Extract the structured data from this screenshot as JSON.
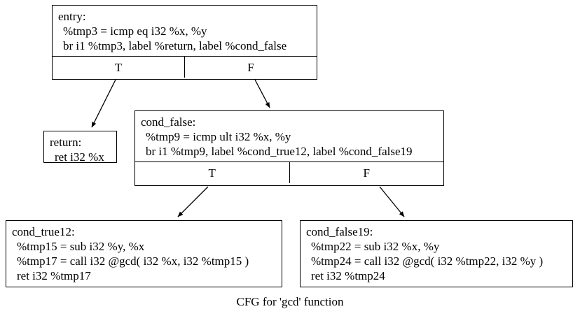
{
  "graph": {
    "caption": "CFG for 'gcd' function",
    "line_color": "#000000",
    "background_color": "#ffffff",
    "nodes": [
      {
        "id": "entry",
        "label": "entry:",
        "lines": [
          "%tmp3 = icmp eq i32 %x, %y",
          "br i1 %tmp3, label %return, label %cond_false"
        ],
        "ports": {
          "true": "T",
          "false": "F"
        }
      },
      {
        "id": "return",
        "label": "return:",
        "lines": [
          "ret i32 %x"
        ],
        "ports": null
      },
      {
        "id": "cond_false",
        "label": "cond_false:",
        "lines": [
          "%tmp9 = icmp ult i32 %x, %y",
          "br i1 %tmp9, label %cond_true12, label %cond_false19"
        ],
        "ports": {
          "true": "T",
          "false": "F"
        }
      },
      {
        "id": "cond_true12",
        "label": "cond_true12:",
        "lines": [
          "%tmp15 = sub i32 %y, %x",
          "%tmp17 = call i32 @gcd( i32 %x, i32 %tmp15 )",
          "ret i32 %tmp17"
        ],
        "ports": null
      },
      {
        "id": "cond_false19",
        "label": "cond_false19:",
        "lines": [
          "%tmp22 = sub i32 %x, %y",
          "%tmp24 = call i32 @gcd( i32 %tmp22, i32 %y )",
          "ret i32 %tmp24"
        ],
        "ports": null
      }
    ],
    "edges": [
      {
        "from": "entry",
        "from_port": "T",
        "to": "return"
      },
      {
        "from": "entry",
        "from_port": "F",
        "to": "cond_false"
      },
      {
        "from": "cond_false",
        "from_port": "T",
        "to": "cond_true12"
      },
      {
        "from": "cond_false",
        "from_port": "F",
        "to": "cond_false19"
      }
    ]
  }
}
